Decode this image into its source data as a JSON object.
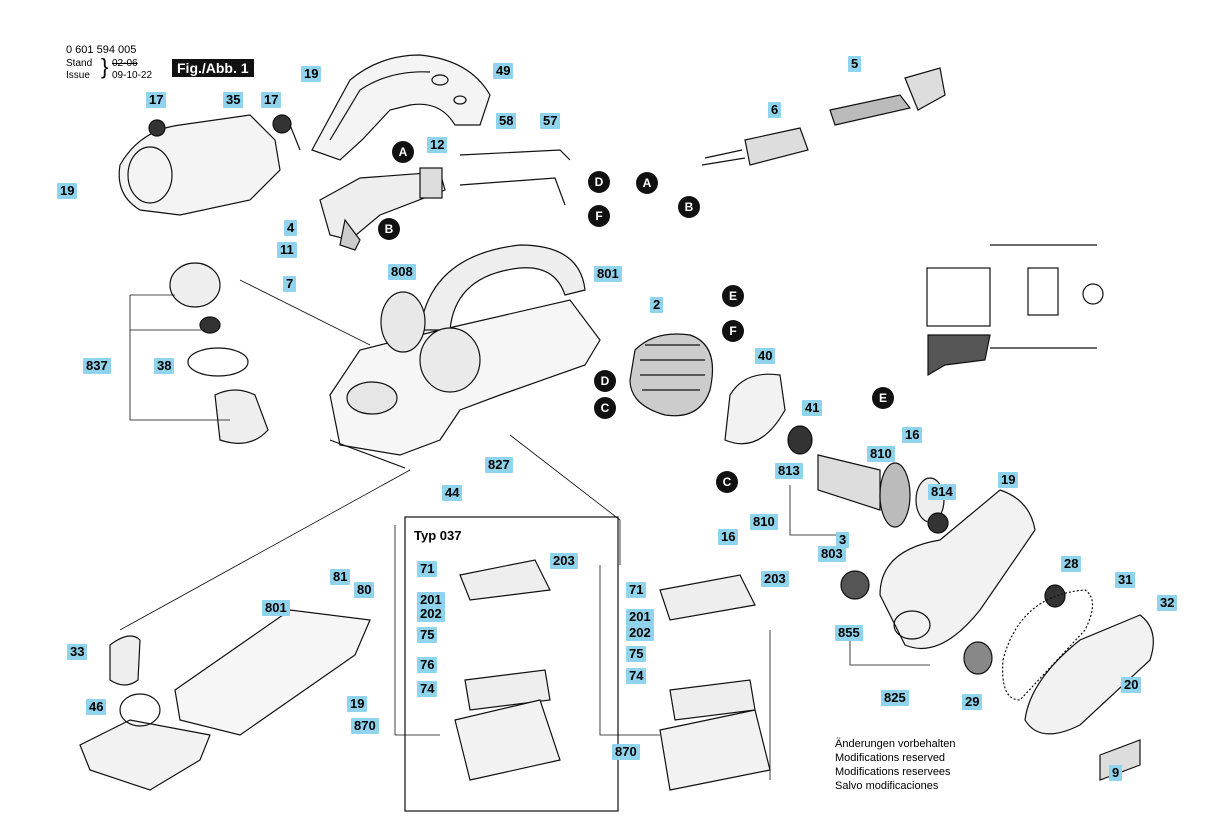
{
  "header": {
    "doc_number": "0 601 594 005",
    "stand_label": "Stand",
    "stand_value": "02-06",
    "issue_label": "Issue",
    "issue_value": "09-10-22",
    "figure_label": "Fig./Abb. 1"
  },
  "typ_label": "Typ 037",
  "notes": [
    "Änderungen vorbehalten",
    "Modifications reserved",
    "Modifications reservees",
    "Salvo modificaciones"
  ],
  "callouts": [
    "19",
    "49",
    "17",
    "35",
    "17",
    "5",
    "6",
    "58",
    "57",
    "12",
    "19",
    "4",
    "11",
    "7",
    "808",
    "801",
    "837",
    "38",
    "2",
    "40",
    "41",
    "16",
    "810",
    "813",
    "814",
    "19",
    "803",
    "827",
    "44",
    "16",
    "810",
    "3",
    "28",
    "31",
    "32",
    "855",
    "825",
    "29",
    "20",
    "9",
    "81",
    "80",
    "801",
    "33",
    "46",
    "19",
    "870",
    "71",
    "203",
    "201",
    "202",
    "75",
    "76",
    "74",
    "870",
    "71",
    "203",
    "201",
    "202",
    "75",
    "74"
  ],
  "connectors": [
    "A",
    "B",
    "D",
    "F",
    "A",
    "B",
    "E",
    "F",
    "D",
    "C",
    "E",
    "C"
  ],
  "colors": {
    "callout_bg": "#8fd3ec",
    "ink": "#111111"
  }
}
